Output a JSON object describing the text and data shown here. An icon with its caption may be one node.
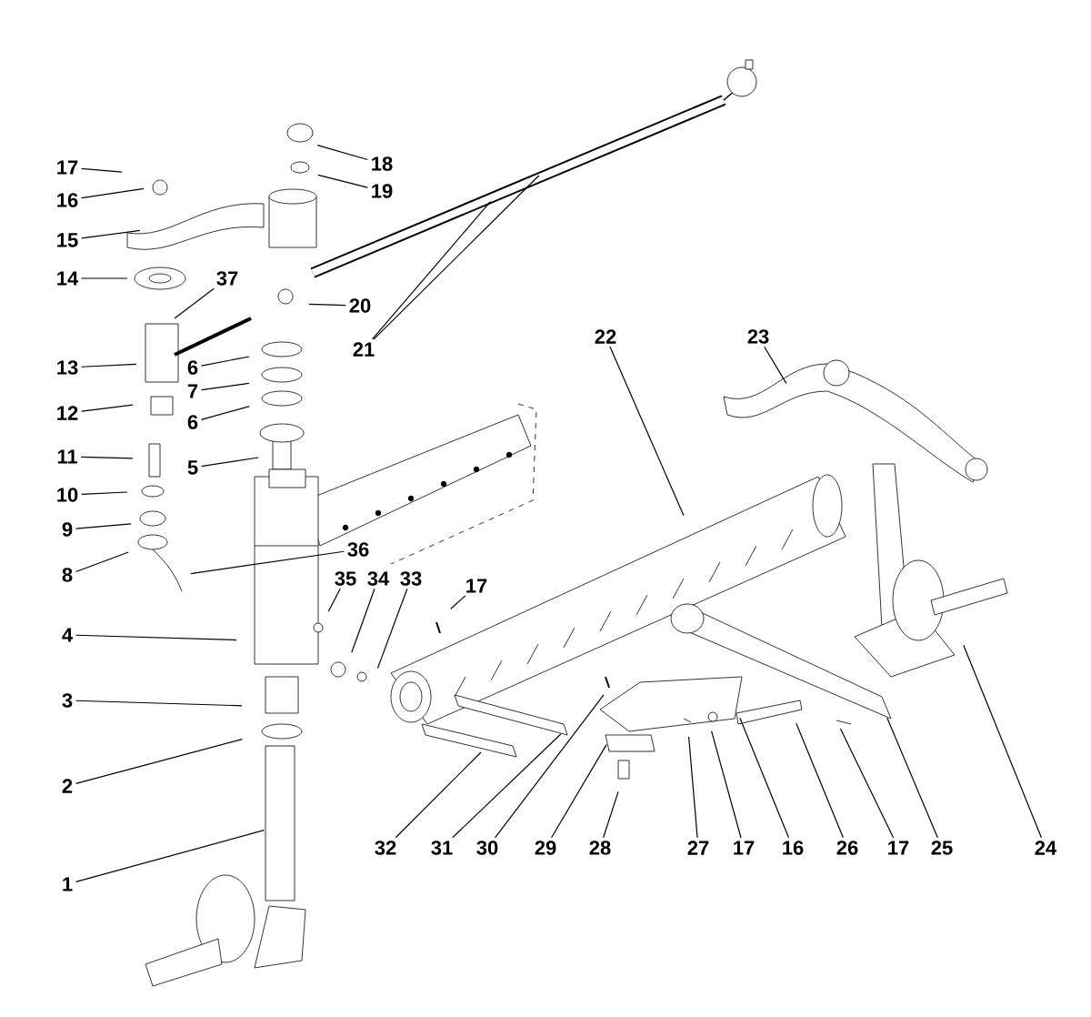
{
  "diagram": {
    "nodes": [
      {
        "text": [
          "17"
        ]
      },
      {
        "text": [
          "16"
        ]
      },
      {
        "text": [
          "15"
        ]
      },
      {
        "text": [
          "14"
        ]
      },
      {
        "text": [
          "13"
        ]
      },
      {
        "text": [
          "12"
        ]
      },
      {
        "text": [
          "11"
        ]
      },
      {
        "text": [
          "10"
        ]
      },
      {
        "text": [
          "9"
        ]
      },
      {
        "text": [
          "8"
        ]
      },
      {
        "text": [
          "4"
        ]
      },
      {
        "text": [
          "3"
        ]
      },
      {
        "text": [
          "2"
        ]
      },
      {
        "text": [
          "1"
        ]
      },
      {
        "text": [
          "18"
        ]
      },
      {
        "text": [
          "19"
        ]
      },
      {
        "text": [
          "37"
        ]
      },
      {
        "text": [
          "20"
        ]
      },
      {
        "text": [
          "21"
        ]
      },
      {
        "text": [
          "6"
        ]
      },
      {
        "text": [
          "7"
        ]
      },
      {
        "text": [
          "6"
        ]
      },
      {
        "text": [
          "5"
        ]
      },
      {
        "text": [
          "22"
        ]
      },
      {
        "text": [
          "23"
        ]
      },
      {
        "text": [
          "36"
        ]
      },
      {
        "text": [
          "35"
        ]
      },
      {
        "text": [
          "34"
        ]
      },
      {
        "text": [
          "33"
        ]
      },
      {
        "text": [
          "17"
        ]
      },
      {
        "text": [
          "32"
        ]
      },
      {
        "text": [
          "31"
        ]
      },
      {
        "text": [
          "30"
        ]
      },
      {
        "text": [
          "29"
        ]
      },
      {
        "text": [
          "28"
        ]
      },
      {
        "text": [
          "27"
        ]
      },
      {
        "text": [
          "17"
        ]
      },
      {
        "text": [
          "16"
        ]
      },
      {
        "text": [
          "26"
        ]
      },
      {
        "text": [
          "17"
        ]
      },
      {
        "text": [
          "25"
        ]
      },
      {
        "text": [
          "24"
        ]
      }
    ],
    "edges": [
      {
        "from": 0,
        "to": null,
        "arrow": "none"
      },
      {
        "from": 1,
        "to": null,
        "arrow": "none"
      },
      {
        "from": 2,
        "to": null,
        "arrow": "none"
      },
      {
        "from": 3,
        "to": null,
        "arrow": "none"
      },
      {
        "from": 4,
        "to": null,
        "arrow": "none"
      },
      {
        "from": 5,
        "to": null,
        "arrow": "none"
      },
      {
        "from": 6,
        "to": null,
        "arrow": "none"
      },
      {
        "from": 7,
        "to": null,
        "arrow": "none"
      },
      {
        "from": 8,
        "to": null,
        "arrow": "none"
      },
      {
        "from": 9,
        "to": null,
        "arrow": "none"
      },
      {
        "from": 10,
        "to": null,
        "arrow": "none"
      },
      {
        "from": 11,
        "to": null,
        "arrow": "none"
      },
      {
        "from": 12,
        "to": null,
        "arrow": "none"
      },
      {
        "from": 13,
        "to": null,
        "arrow": "none"
      },
      {
        "from": 14,
        "to": null,
        "arrow": "none"
      },
      {
        "from": 15,
        "to": null,
        "arrow": "none"
      },
      {
        "from": 16,
        "to": null,
        "arrow": "none"
      },
      {
        "from": 17,
        "to": null,
        "arrow": "none"
      },
      {
        "from": 18,
        "to": null,
        "arrow": "none"
      },
      {
        "from": 18,
        "to": null,
        "arrow": "none"
      },
      {
        "from": 19,
        "to": null,
        "arrow": "none"
      },
      {
        "from": 20,
        "to": null,
        "arrow": "none"
      },
      {
        "from": 21,
        "to": null,
        "arrow": "none"
      },
      {
        "from": 22,
        "to": null,
        "arrow": "none"
      },
      {
        "from": 23,
        "to": null,
        "arrow": "none"
      },
      {
        "from": 24,
        "to": null,
        "arrow": "none"
      },
      {
        "from": 25,
        "to": null,
        "arrow": "none"
      },
      {
        "from": 26,
        "to": null,
        "arrow": "none"
      },
      {
        "from": 27,
        "to": null,
        "arrow": "none"
      },
      {
        "from": 28,
        "to": null,
        "arrow": "none"
      },
      {
        "from": 29,
        "to": null,
        "arrow": "none"
      },
      {
        "from": 30,
        "to": null,
        "arrow": "none"
      },
      {
        "from": 31,
        "to": null,
        "arrow": "none"
      },
      {
        "from": 32,
        "to": null,
        "arrow": "none"
      },
      {
        "from": 33,
        "to": null,
        "arrow": "none"
      },
      {
        "from": 34,
        "to": null,
        "arrow": "none"
      },
      {
        "from": 35,
        "to": null,
        "arrow": "none"
      },
      {
        "from": 36,
        "to": null,
        "arrow": "none"
      },
      {
        "from": 37,
        "to": null,
        "arrow": "none"
      },
      {
        "from": 38,
        "to": null,
        "arrow": "none"
      },
      {
        "from": 39,
        "to": null,
        "arrow": "none"
      },
      {
        "from": 40,
        "to": null,
        "arrow": "none"
      },
      {
        "from": 41,
        "to": null,
        "arrow": "none"
      }
    ]
  }
}
